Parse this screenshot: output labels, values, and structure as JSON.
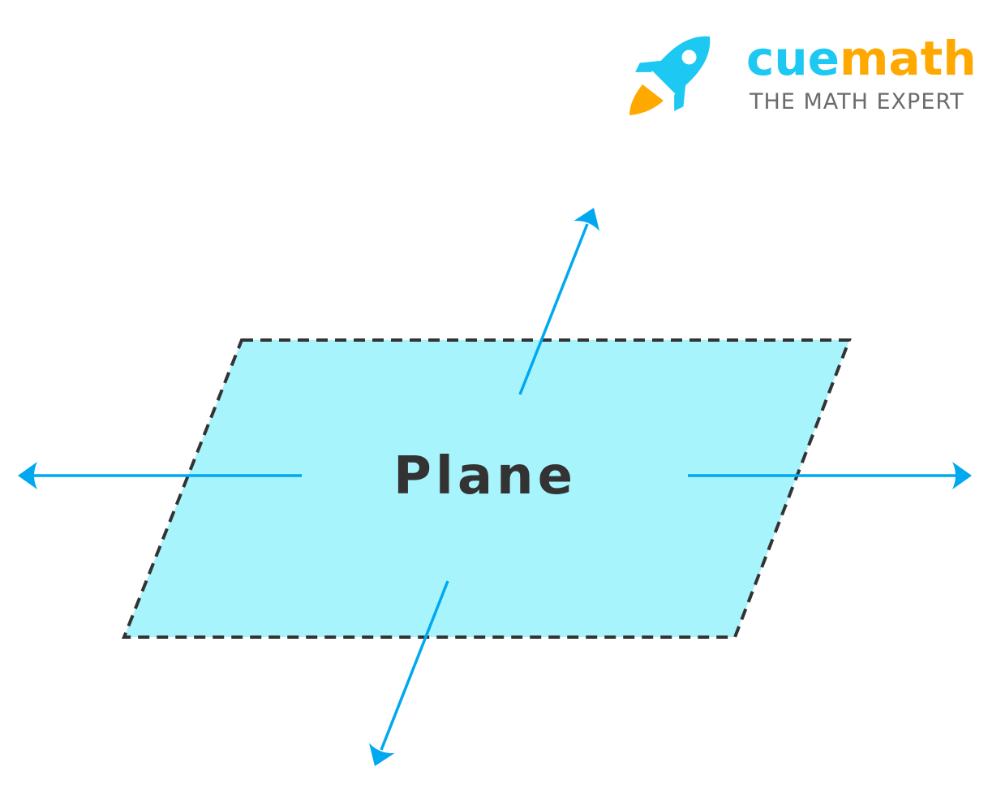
{
  "logo": {
    "brand_part1": "cue",
    "brand_part2": "math",
    "tagline": "THE MATH EXPERT",
    "icon": "rocket-icon"
  },
  "diagram": {
    "label": "Plane",
    "icons": [
      "arrow-left-icon",
      "arrow-right-icon",
      "arrow-up-icon",
      "arrow-down-icon"
    ]
  },
  "colors": {
    "plane_fill": "#a8f4fc",
    "plane_border": "#333333",
    "arrow": "#00a8f0",
    "label": "#333333",
    "brand_blue": "#1dc8f2",
    "brand_orange": "#ffa800",
    "tagline": "#6b6b6b"
  }
}
